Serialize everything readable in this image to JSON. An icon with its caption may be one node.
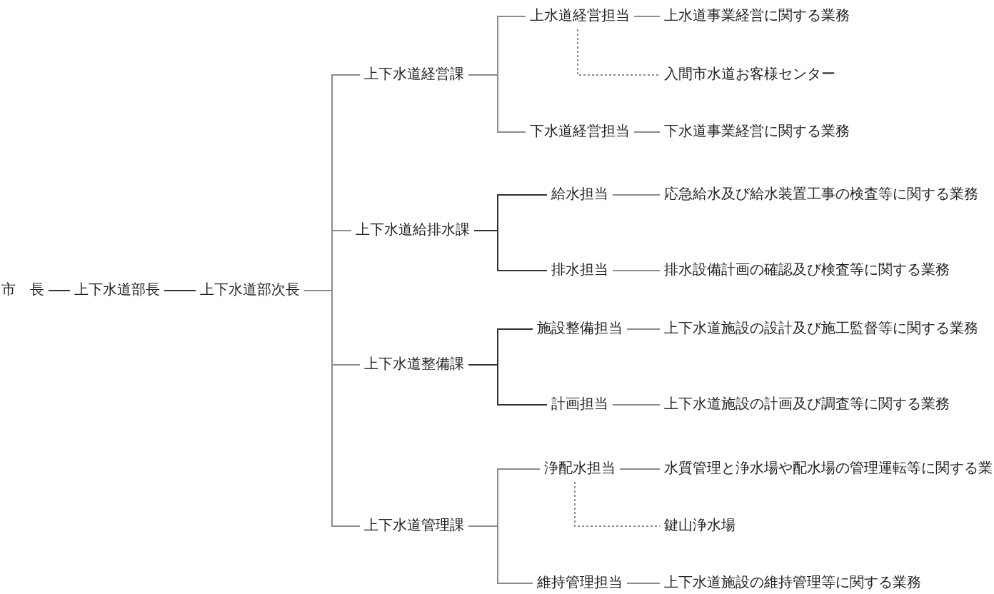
{
  "diagram": {
    "nodes": [
      {
        "text": [
          "市　長"
        ]
      },
      {
        "text": [
          "上下水道部長"
        ]
      },
      {
        "text": [
          "上下水道部次長"
        ]
      },
      {
        "text": [
          "上下水道経営課"
        ]
      },
      {
        "text": [
          "上水道経営担当"
        ]
      },
      {
        "text": [
          "上水道事業経営に関する業務"
        ]
      },
      {
        "text": [
          "入間市水道お客様センター"
        ]
      },
      {
        "text": [
          "下水道経営担当"
        ]
      },
      {
        "text": [
          "下水道事業経営に関する業務"
        ]
      },
      {
        "text": [
          "上下水道給排水課"
        ]
      },
      {
        "text": [
          "給水担当"
        ]
      },
      {
        "text": [
          "応急給水及び給水装置工事の検査等に関する業務"
        ]
      },
      {
        "text": [
          "排水担当"
        ]
      },
      {
        "text": [
          "排水設備計画の確認及び検査等に関する業務"
        ]
      },
      {
        "text": [
          "上下水道整備課"
        ]
      },
      {
        "text": [
          "施設整備担当"
        ]
      },
      {
        "text": [
          "上下水道施設の設計及び施工監督等に関する業務"
        ]
      },
      {
        "text": [
          "計画担当"
        ]
      },
      {
        "text": [
          "上下水道施設の計画及び調査等に関する業務"
        ]
      },
      {
        "text": [
          "上下水道管理課"
        ]
      },
      {
        "text": [
          "浄配水担当"
        ]
      },
      {
        "text": [
          "水質管理と浄水場や配水場の管理運転等に関する業"
        ]
      },
      {
        "text": [
          "鍵山浄水場"
        ]
      },
      {
        "text": [
          "維持管理担当"
        ]
      },
      {
        "text": [
          "上下水道施設の維持管理等に関する業務"
        ]
      }
    ],
    "edges": [
      {
        "from": 0,
        "to": 1,
        "arrow": "none",
        "color": "#333333"
      },
      {
        "from": 1,
        "to": 2,
        "arrow": "none",
        "color": "#333333"
      },
      {
        "from": 2,
        "to": 3,
        "arrow": "none"
      },
      {
        "from": 2,
        "to": 9,
        "arrow": "none"
      },
      {
        "from": 2,
        "to": 14,
        "arrow": "none"
      },
      {
        "from": 2,
        "to": 19,
        "arrow": "none"
      },
      {
        "from": 3,
        "to": 4,
        "arrow": "none"
      },
      {
        "from": 3,
        "to": 7,
        "arrow": "none"
      },
      {
        "from": 4,
        "to": 5,
        "arrow": "none"
      },
      {
        "from": 4,
        "to": 6,
        "arrow": "none",
        "style": "dashed"
      },
      {
        "from": 7,
        "to": 8,
        "arrow": "none"
      },
      {
        "from": 9,
        "to": 10,
        "arrow": "none",
        "color": "#333333"
      },
      {
        "from": 9,
        "to": 12,
        "arrow": "none",
        "color": "#333333"
      },
      {
        "from": 10,
        "to": 11,
        "arrow": "none"
      },
      {
        "from": 12,
        "to": 13,
        "arrow": "none"
      },
      {
        "from": 14,
        "to": 15,
        "arrow": "none",
        "color": "#333333"
      },
      {
        "from": 14,
        "to": 17,
        "arrow": "none",
        "color": "#333333"
      },
      {
        "from": 15,
        "to": 16,
        "arrow": "none"
      },
      {
        "from": 17,
        "to": 18,
        "arrow": "none"
      },
      {
        "from": 19,
        "to": 20,
        "arrow": "none"
      },
      {
        "from": 19,
        "to": 23,
        "arrow": "none"
      },
      {
        "from": 20,
        "to": 21,
        "arrow": "none"
      },
      {
        "from": 20,
        "to": 22,
        "arrow": "none",
        "style": "dashed"
      },
      {
        "from": 23,
        "to": 24,
        "arrow": "none"
      }
    ]
  }
}
